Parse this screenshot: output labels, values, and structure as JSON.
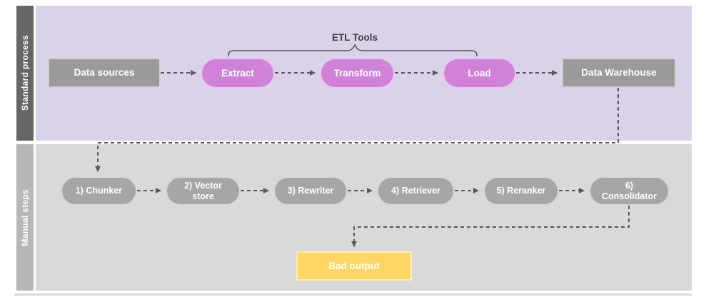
{
  "lanes": {
    "standard": {
      "label": "Standard process"
    },
    "manual": {
      "label": "Manual steps"
    }
  },
  "bracket": {
    "label": "ETL Tools"
  },
  "nodes": {
    "data_sources": "Data sources",
    "extract": "Extract",
    "transform": "Transform",
    "load": "Load",
    "data_warehouse": "Data Warehouse",
    "chunker": "1) Chunker",
    "vector_store": "2) Vector store",
    "rewriter": "3) Rewriter",
    "retriever": "4) Retriever",
    "reranker": "5) Reranker",
    "consolidator": "6) Consolidator",
    "bad_output": "Bad output"
  },
  "colors": {
    "page_bg": "#ffffff",
    "lane1_bar": "#666666",
    "lane1_bg": "#d9d2e9",
    "lane2_bar": "#b7b7b7",
    "lane2_bg": "#d9d9d9",
    "gray_node": "#9a9a9a",
    "pink_node": "#cf82d8",
    "step_node": "#a6a6a6",
    "yellow_node": "#fdd663",
    "connector": "#595959",
    "node_text": "#ffffff",
    "bracket_text": "#404040",
    "divider": "#d9d9d9"
  }
}
